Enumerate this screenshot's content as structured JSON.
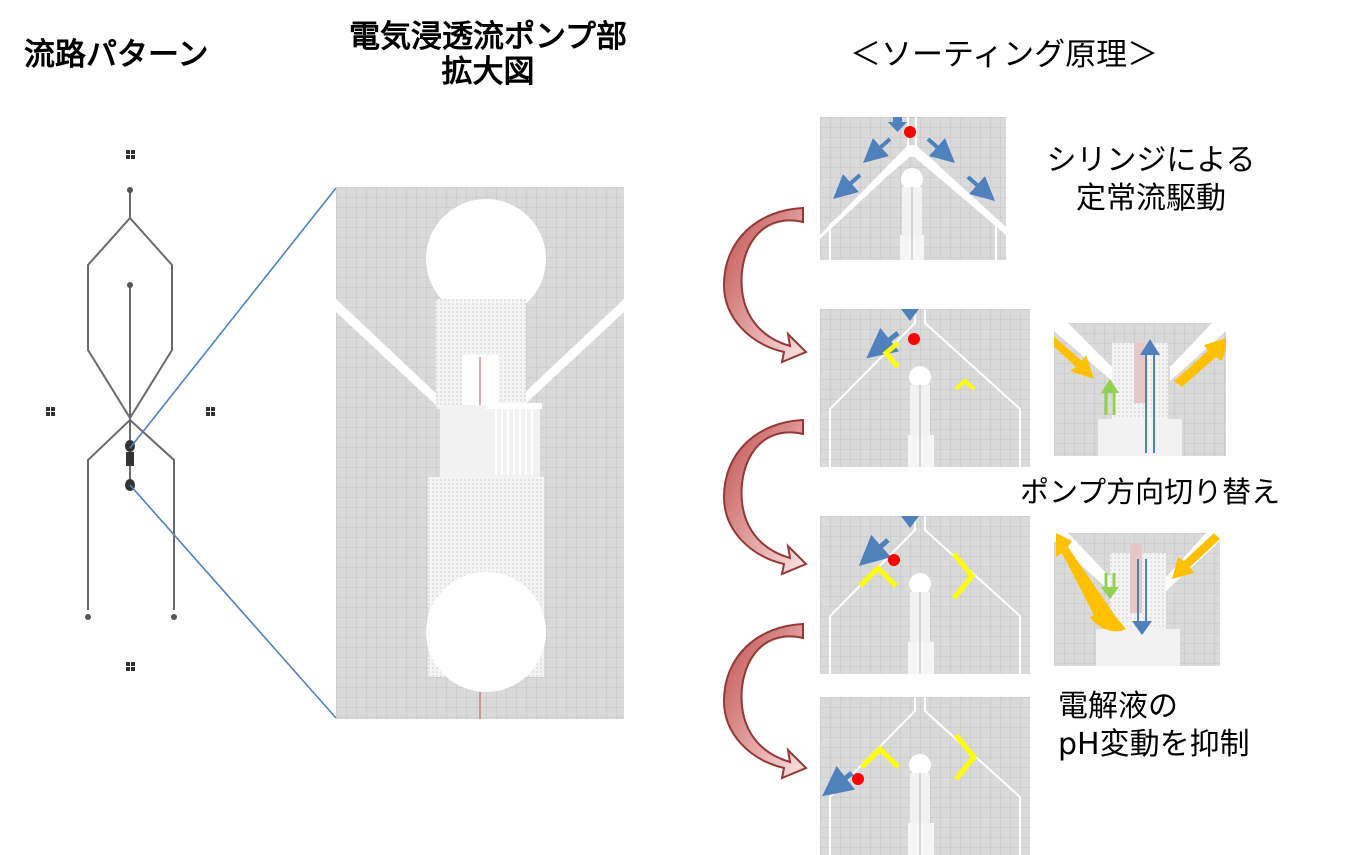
{
  "labels": {
    "channel_pattern": "流路パターン",
    "pump_title_line1": "電気浸透流ポンプ部",
    "pump_title_line2": "拡大図",
    "principle_title": "＜ソーティング原理＞",
    "syringe_line1": "シリンジによる",
    "syringe_line2": "定常流駆動",
    "switch_label": "ポンプ方向切り替え",
    "electrolyte_line1": "電解液の",
    "electrolyte_line2": "pH変動を抑制"
  },
  "colors": {
    "grid_bg": "#dadada",
    "grid_line": "#c4c4c4",
    "channel": "#ffffff",
    "blue_arrow": "#4f81bd",
    "yellow_marker": "#ffff00",
    "orange_arrow": "#ffc000",
    "green_arrow": "#92d050",
    "red_particle": "#ff0000",
    "curved_arrow_stroke": "#953735",
    "connector_line": "#4f81bd"
  }
}
